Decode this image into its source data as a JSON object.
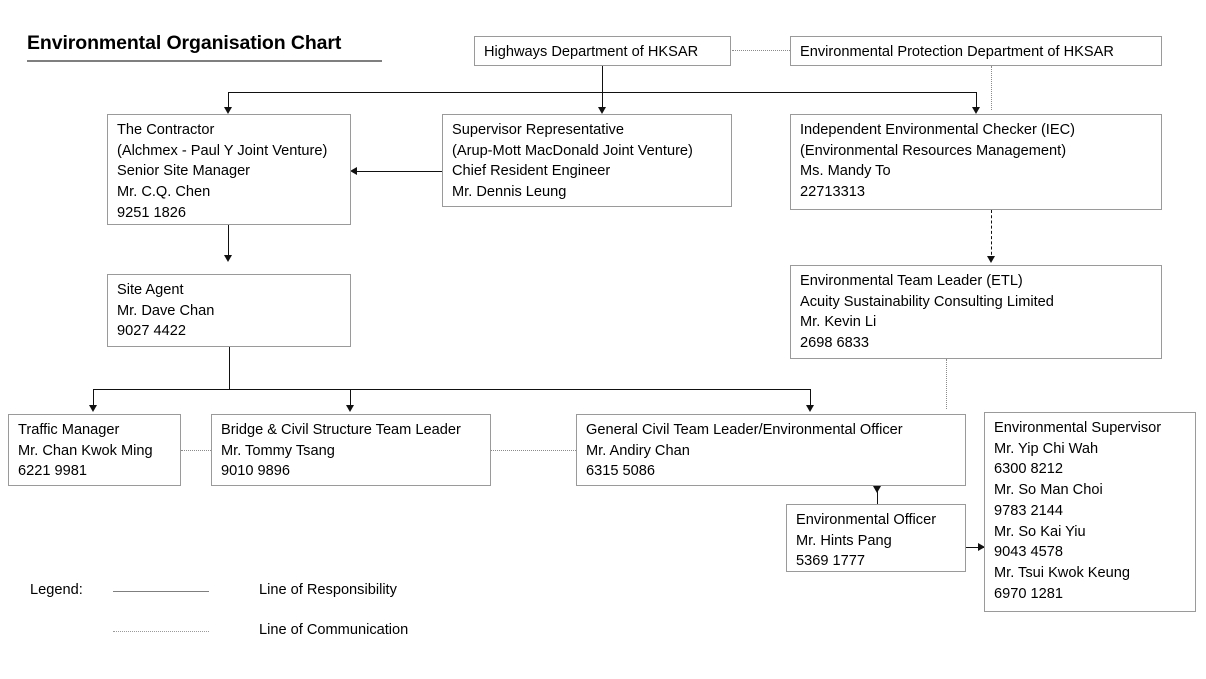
{
  "title": "Environmental Organisation Chart",
  "nodes": {
    "highways_department": {
      "lines": [
        "Highways Department of HKSAR"
      ]
    },
    "epd": {
      "lines": [
        "Environmental Protection Department of HKSAR"
      ]
    },
    "contractor": {
      "lines": [
        "The Contractor",
        "(Alchmex - Paul Y Joint Venture)",
        "Senior Site Manager",
        "Mr. C.Q. Chen",
        "9251 1826"
      ]
    },
    "supervisor_representative": {
      "lines": [
        "Supervisor Representative",
        "(Arup-Mott MacDonald Joint Venture)",
        "Chief Resident Engineer",
        "Mr. Dennis Leung"
      ]
    },
    "iec": {
      "lines": [
        "Independent Environmental Checker (IEC)",
        "(Environmental Resources Management)",
        "Ms. Mandy To",
        "22713313"
      ]
    },
    "site_agent": {
      "lines": [
        "Site Agent",
        "Mr. Dave Chan",
        "9027 4422"
      ]
    },
    "etl": {
      "lines": [
        "Environmental Team Leader (ETL)",
        "Acuity Sustainability Consulting Limited",
        "Mr. Kevin Li",
        "2698 6833"
      ]
    },
    "traffic_manager": {
      "lines": [
        "Traffic Manager",
        "Mr. Chan Kwok Ming",
        "6221 9981"
      ]
    },
    "bridge_civil_team_leader": {
      "lines": [
        "Bridge & Civil Structure Team Leader",
        "Mr. Tommy Tsang",
        "9010 9896"
      ]
    },
    "general_civil_team_leader": {
      "lines": [
        "General Civil Team Leader/Environmental Officer",
        "Mr. Andiry Chan",
        "6315 5086"
      ]
    },
    "environmental_officer": {
      "lines": [
        "Environmental Officer",
        "Mr. Hints Pang",
        "5369 1777"
      ]
    },
    "environmental_supervisor": {
      "lines": [
        "Environmental Supervisor",
        "Mr. Yip Chi Wah",
        "6300 8212",
        "Mr. So Man Choi",
        "9783 2144",
        "Mr. So Kai Yiu",
        "9043 4578",
        "Mr. Tsui Kwok Keung",
        "6970 1281"
      ]
    }
  },
  "legend": {
    "heading": "Legend:",
    "responsibility_label": "Line of Responsibility",
    "communication_label": "Line of Communication"
  },
  "colors": {
    "box_border": "#9a9a9a",
    "solid_connector": "#111111",
    "dotted_connector": "#8a8a8a",
    "title_rule": "#7f7f7f",
    "background": "#ffffff",
    "text": "#000000"
  }
}
